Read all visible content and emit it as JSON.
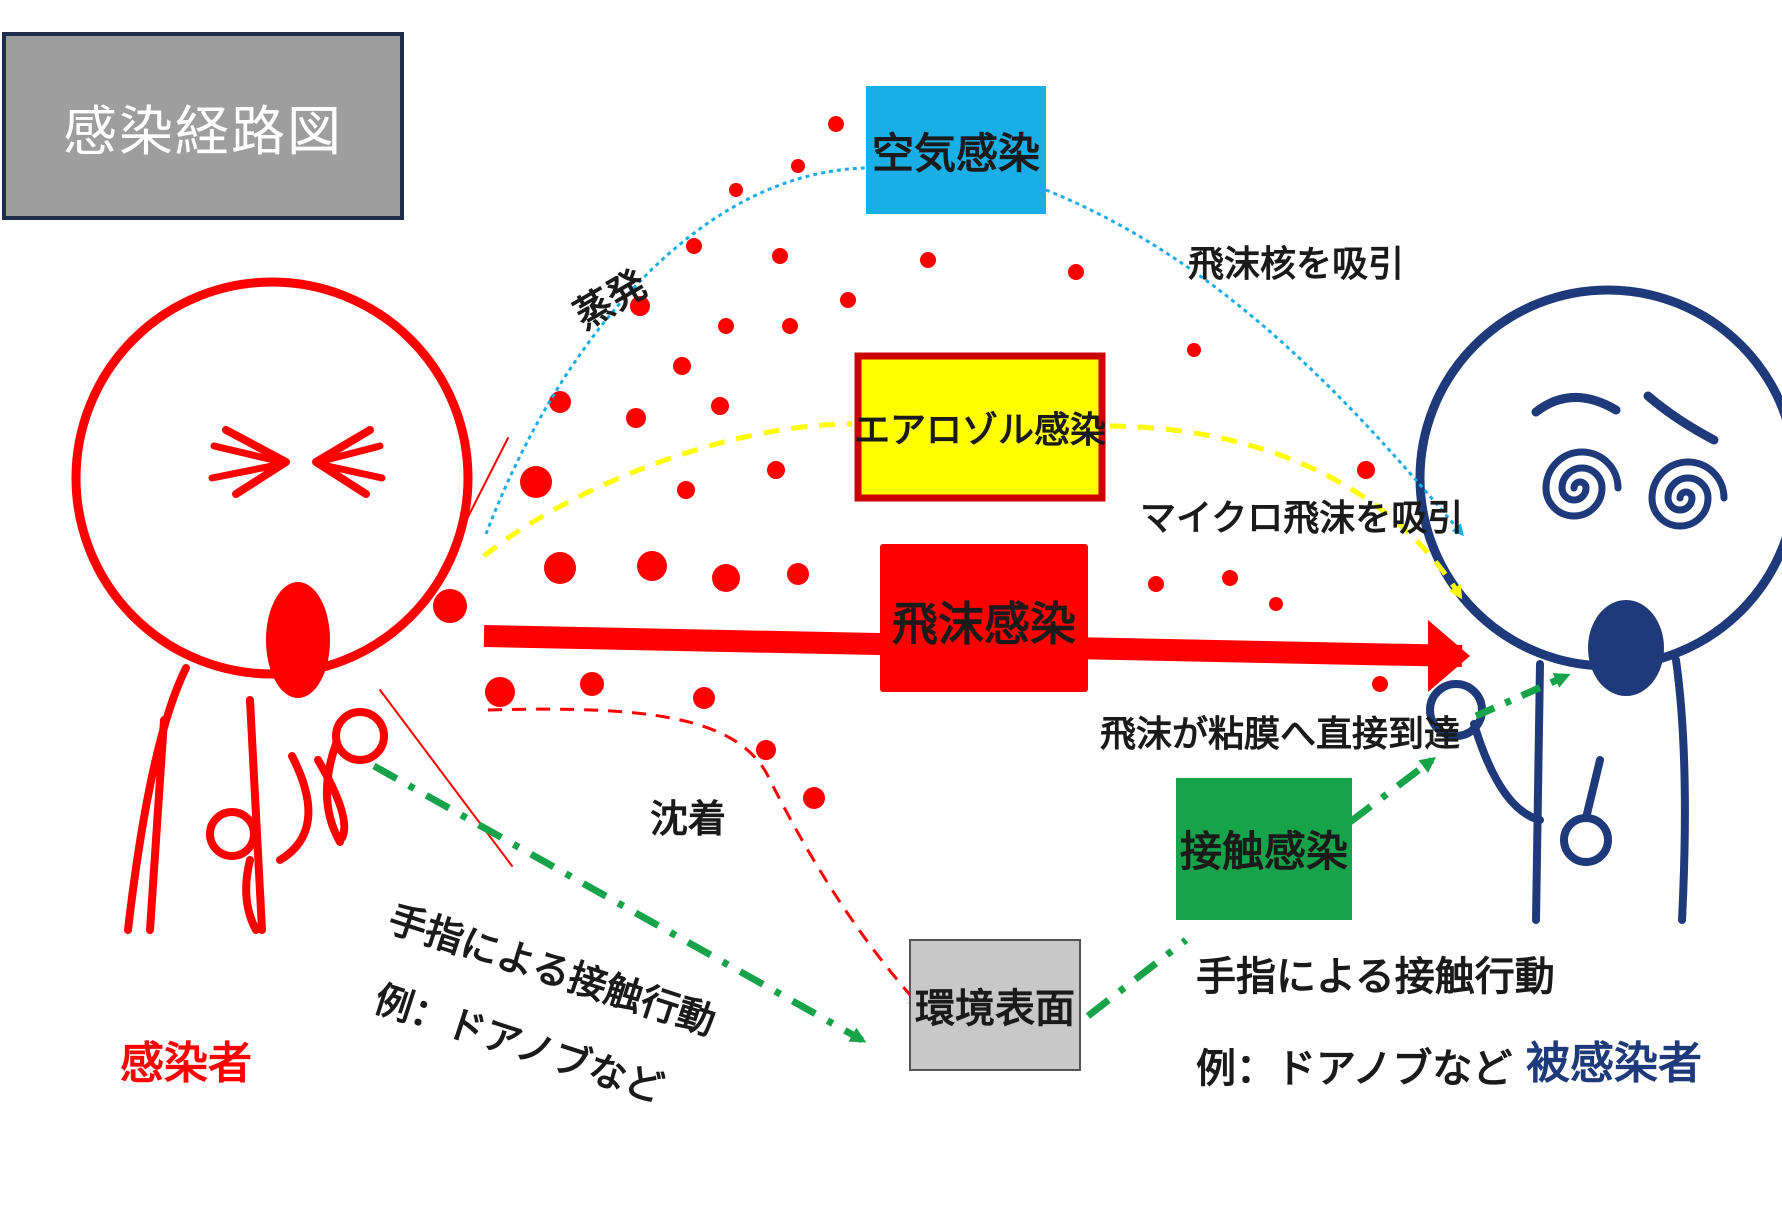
{
  "title": "感染経路図",
  "routes": {
    "airborne": {
      "label": "空気感染",
      "color": "#19aee6"
    },
    "aerosol": {
      "label": "エアロゾル感染",
      "color": "#ffff00"
    },
    "droplet": {
      "label": "飛沫感染",
      "color": "#ff0000"
    },
    "contact": {
      "label": "接触感染",
      "color": "#16a34a"
    }
  },
  "environment_label": "環境表面",
  "annotations": {
    "evaporation": "蒸発",
    "inhale_nuclei": "飛沫核を吸引",
    "inhale_micro": "マイクロ飛沫を吸引",
    "direct_mucosa": "飛沫が粘膜へ直接到達",
    "settling": "沈着",
    "hand_contact_left": "手指による接触行動",
    "example_left": "例：ドアノブなど",
    "hand_contact_right": "手指による接触行動",
    "example_right": "例：ドアノブなど"
  },
  "people": {
    "infected": {
      "label": "感染者",
      "color": "#ff0000"
    },
    "susceptible": {
      "label": "被感染者",
      "color": "#1f3a7a"
    }
  }
}
